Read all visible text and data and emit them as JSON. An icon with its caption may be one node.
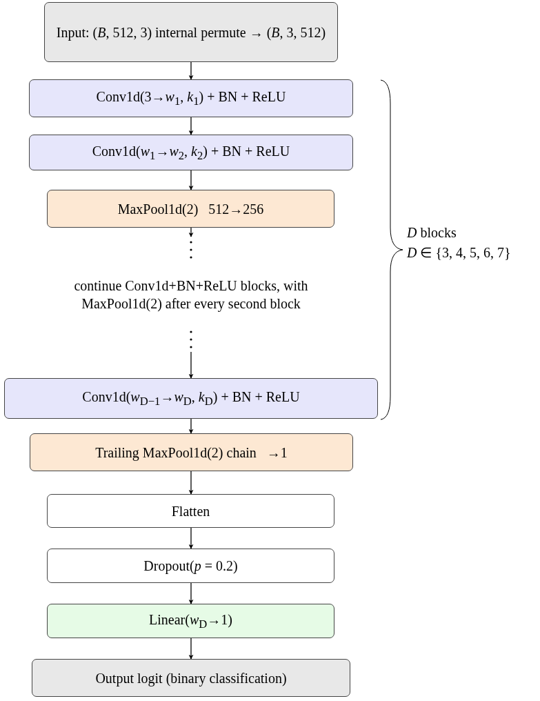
{
  "diagram": {
    "nodes": [
      {
        "text": [
          "Input: (*B*, 512, 3) internal permute → (*B*, 3, 512)"
        ]
      },
      {
        "text": [
          "Conv1d(3→*w*$_{1}$, *k*$_{1}$) + BN + ReLU"
        ]
      },
      {
        "text": [
          "Conv1d(*w*$_{1}$→*w*$_{2}$, *k*$_{2}$) + BN + ReLU"
        ]
      },
      {
        "text": [
          "MaxPool1d(2)   512→256"
        ]
      },
      {
        "text": [
          "continue Conv1d+BN+ReLU blocks, with MaxPool1d(2) after every second block"
        ]
      },
      {
        "text": [
          "Conv1d(*w*$_{D−1}$→*w*$_{D}$, *k*$_{D}$) + BN + ReLU"
        ]
      },
      {
        "text": [
          "Trailing MaxPool1d(2) chain   →1"
        ]
      },
      {
        "text": [
          "Flatten"
        ]
      },
      {
        "text": [
          "Dropout(*p* = 0.2)"
        ]
      },
      {
        "text": [
          "Linear(*w*$_{D}$→1)"
        ]
      },
      {
        "text": [
          "Output logit (binary classification)"
        ]
      }
    ],
    "edges": [
      {
        "from": 0,
        "to": 1,
        "arrow": "to"
      },
      {
        "from": 1,
        "to": 2,
        "arrow": "to"
      },
      {
        "from": 2,
        "to": 3,
        "arrow": "to"
      },
      {
        "from": 3,
        "to": 4,
        "arrow": "to"
      },
      {
        "from": 4,
        "to": 5,
        "arrow": "to"
      },
      {
        "from": 5,
        "to": 6,
        "arrow": "to"
      },
      {
        "from": 6,
        "to": 7,
        "arrow": "to"
      },
      {
        "from": 7,
        "to": 8,
        "arrow": "to"
      },
      {
        "from": 8,
        "to": 9,
        "arrow": "to"
      },
      {
        "from": 9,
        "to": 10,
        "arrow": "to"
      }
    ],
    "labels": [
      "*D* blocks",
      "*D* ∈ {3, 4, 5, 6, 7}"
    ]
  }
}
